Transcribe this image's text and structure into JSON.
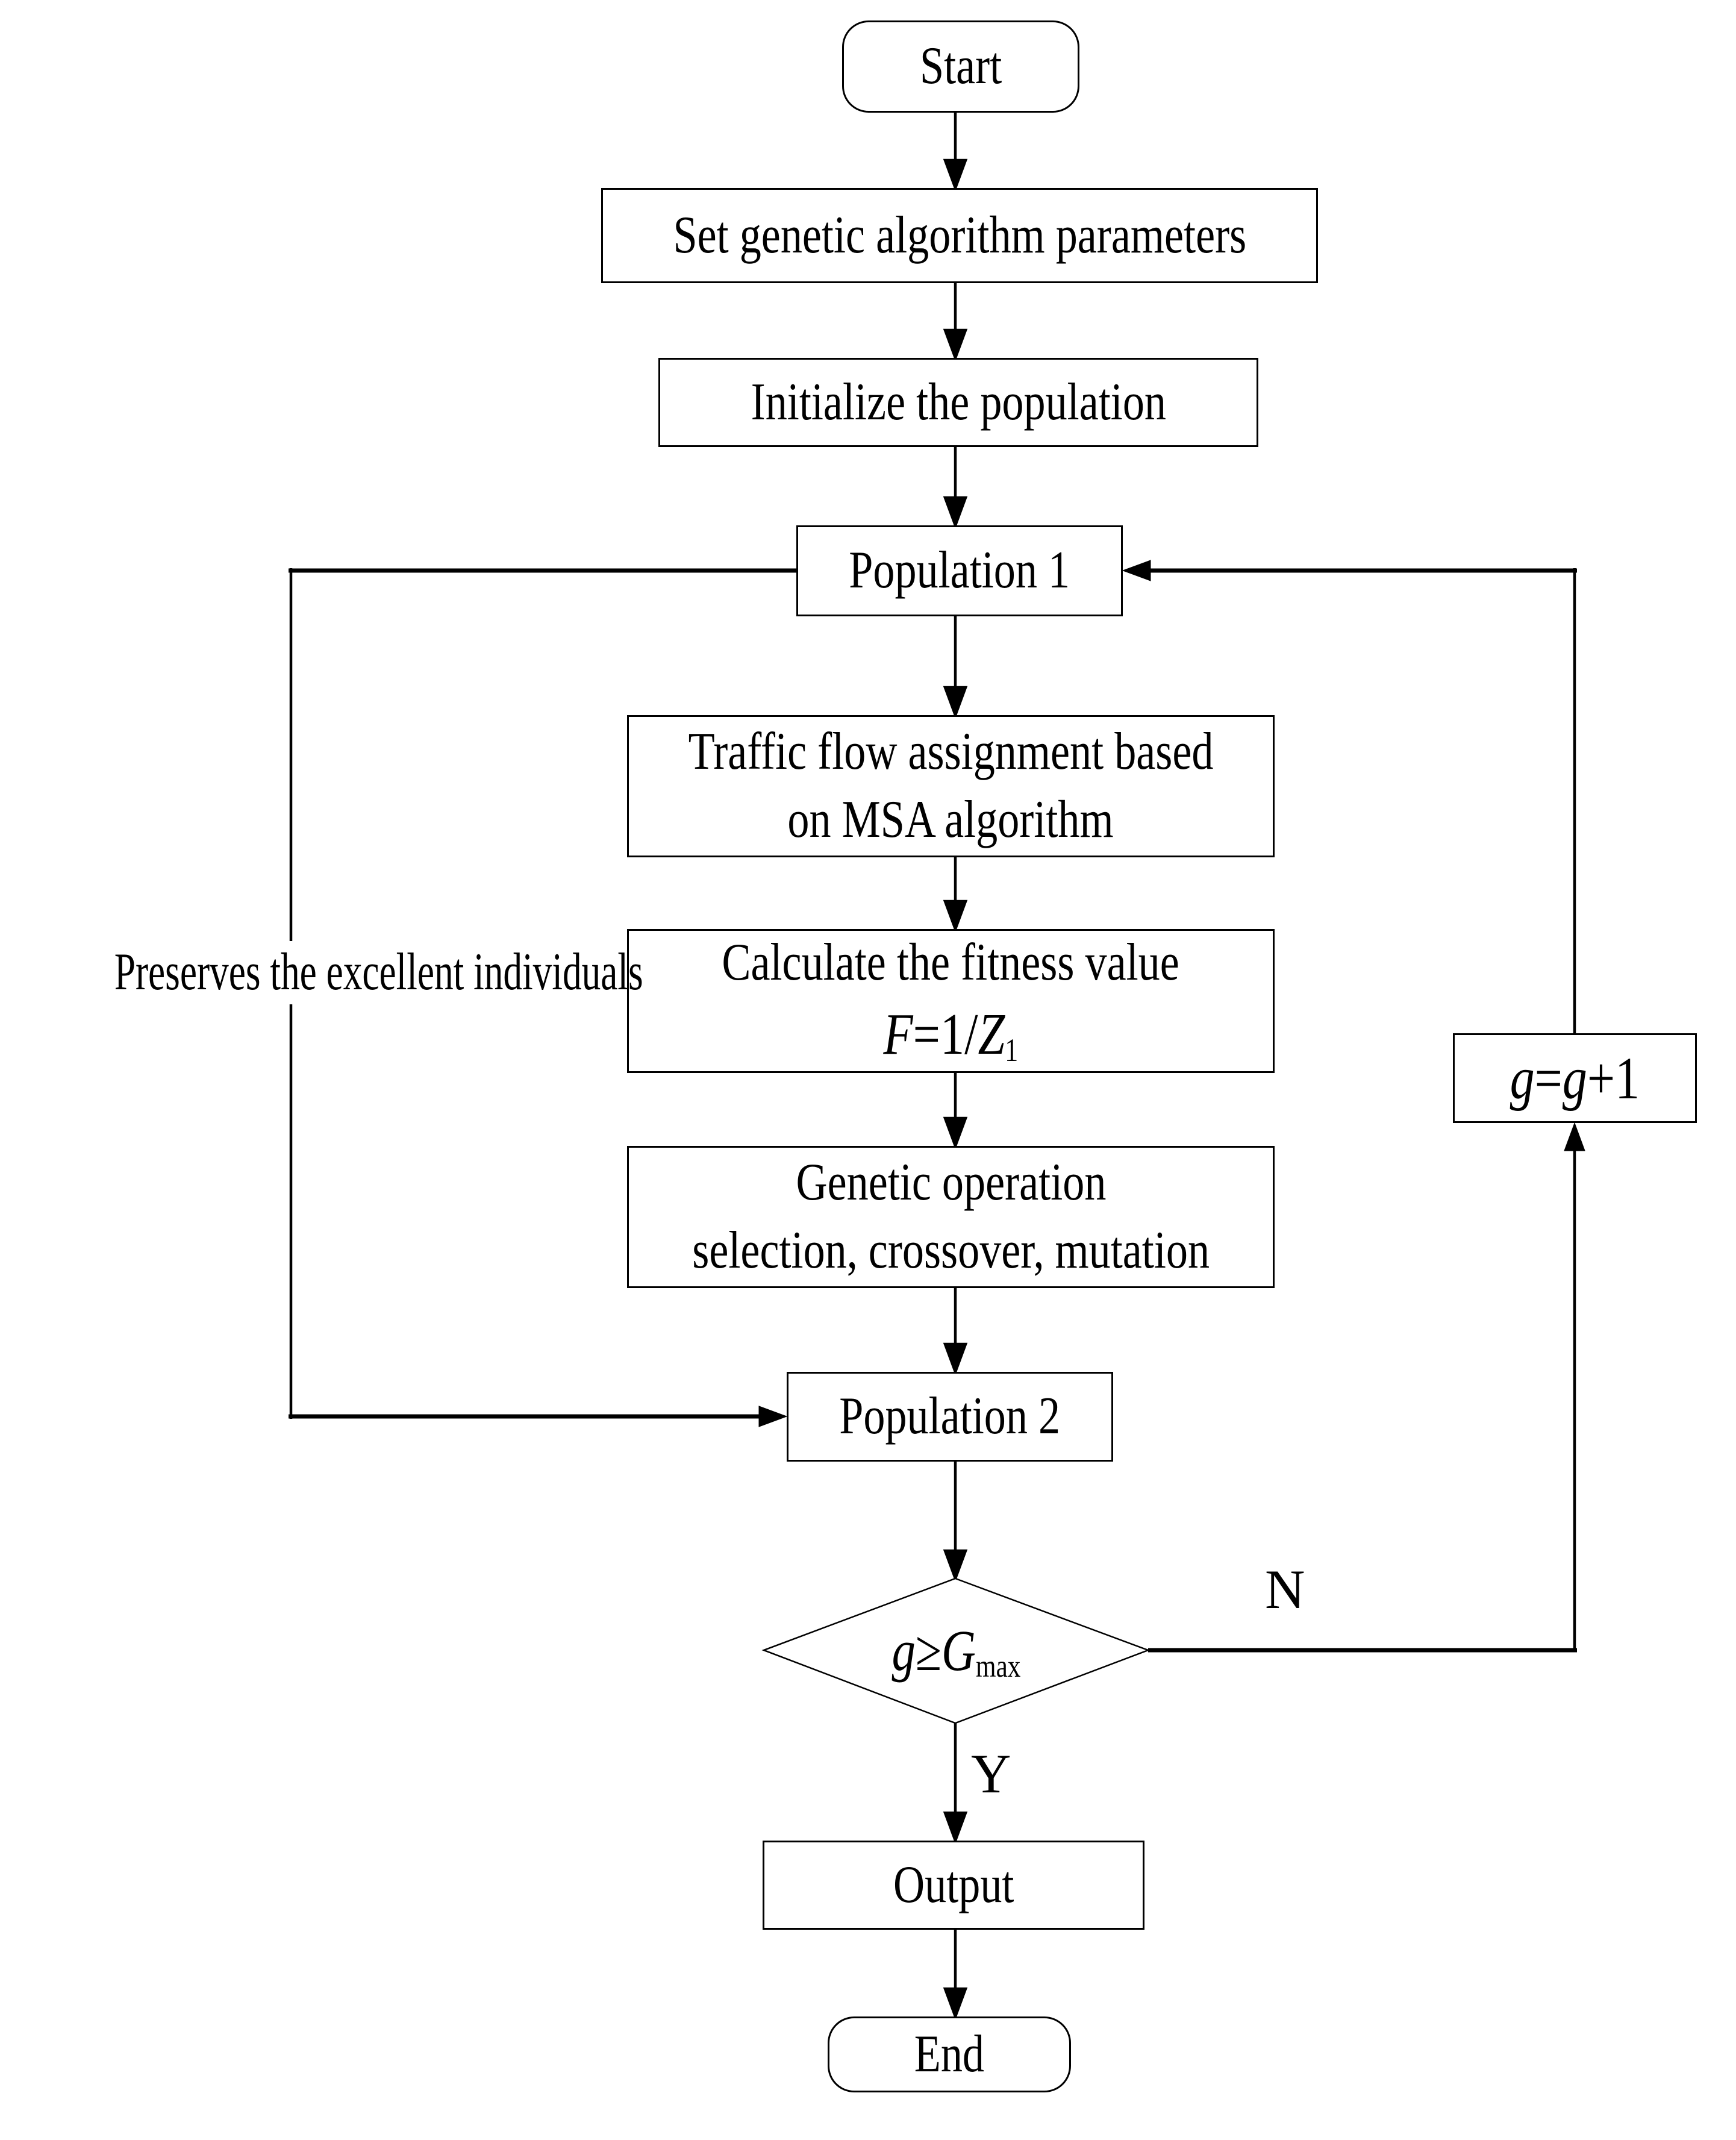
{
  "page": {
    "background": "#ffffff",
    "ink": "#000000",
    "description": "Genetic algorithm flowchart"
  },
  "nodes": {
    "start": {
      "label": "Start"
    },
    "set_params": {
      "label": "Set genetic algorithm parameters"
    },
    "init_pop": {
      "label": "Initialize the population"
    },
    "population1": {
      "label": "Population 1"
    },
    "traffic": {
      "line1": "Traffic flow assignment based",
      "line2": "on MSA algorithm"
    },
    "fitness": {
      "line1": "Calculate the fitness value",
      "f": "F",
      "eq": "=1/",
      "z": "Z",
      "z_sub": "1"
    },
    "genetic": {
      "line1": "Genetic operation",
      "line2": "selection, crossover, mutation"
    },
    "population2": {
      "label": "Population 2"
    },
    "decision": {
      "g": "g",
      "ge": "≥",
      "G": "G",
      "sub": "max"
    },
    "g_increment": {
      "g1": "g",
      "eq": "=",
      "g2": "g",
      "rest": "+1"
    },
    "output": {
      "label": "Output"
    },
    "end": {
      "label": "End"
    }
  },
  "edge_labels": {
    "no": "N",
    "yes": "Y",
    "preserves": "Preserves the excellent individuals"
  }
}
